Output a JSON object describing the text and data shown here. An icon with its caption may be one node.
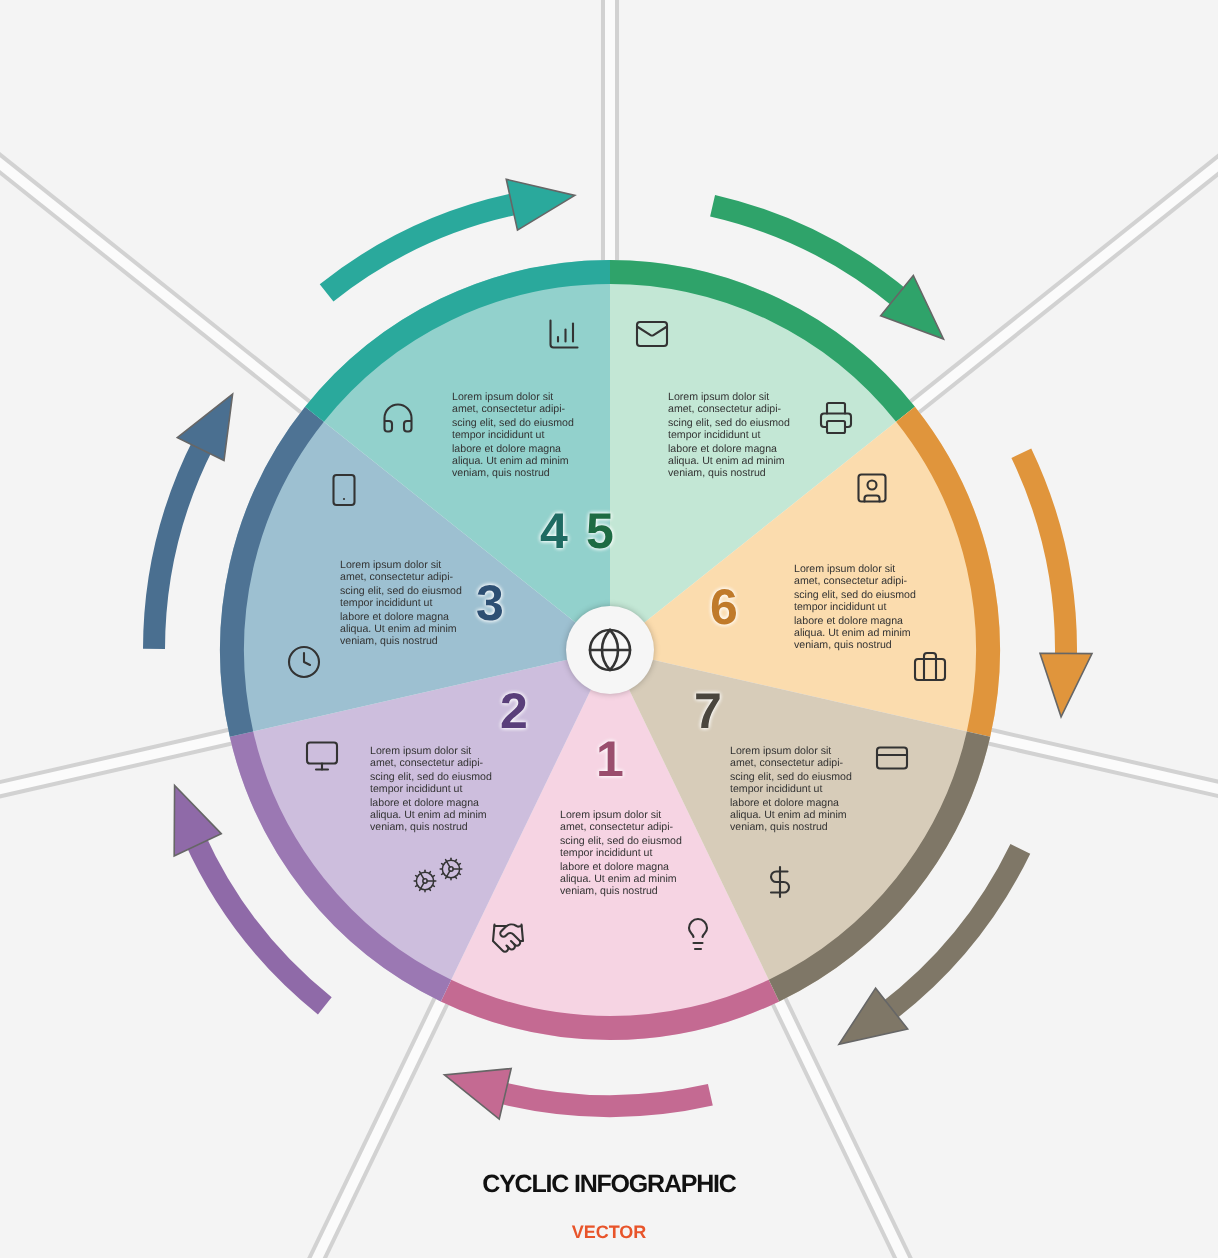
{
  "diagram": {
    "title": "CYCLIC INFOGRAPHIC",
    "nodes": [
      {
        "text": [
          "1",
          "Lorem ipsum dolor sit amet, consectetur adipi-scing elit, sed do eiusmod tempor incididunt ut labore et dolore magna aliqua. Ut enim ad minim veniam, quis nostrud"
        ]
      },
      {
        "text": [
          "2",
          "Lorem ipsum dolor sit amet, consectetur adipi-scing elit, sed do eiusmod tempor incididunt ut labore et dolore magna aliqua. Ut enim ad minim veniam, quis nostrud"
        ]
      },
      {
        "text": [
          "Lorem ipsum dolor sit amet, consectetur adipi-scing elit, sed do eiusmod tempor incididunt ut labore et dolore magna aliqua. Ut enim ad minim veniam, quis nostrud",
          "3"
        ]
      },
      {
        "text": [
          "Lorem ipsum dolor sit amet, consectetur adipi-scing elit, sed do eiusmod tempor incididunt ut labore et dolore magna aliqua. Ut enim ad minim veniam, quis nostrud",
          "4"
        ]
      },
      {
        "text": [
          "Lorem ipsum dolor sit amet, consectetur adipi-scing elit, sed do eiusmod tempor incididunt ut labore et dolore magna aliqua. Ut enim ad minim veniam, quis nostrud",
          "5"
        ]
      },
      {
        "text": [
          "6",
          "Lorem ipsum dolor sit amet, consectetur adipi-scing elit, sed do eiusmod tempor incididunt ut labore et dolore magna aliqua. Ut enim ad minim veniam, quis nostrud"
        ]
      },
      {
        "text": [
          "7",
          "Lorem ipsum dolor sit amet, consectetur adipi-scing elit, sed do eiusmod tempor incididunt ut labore et dolore magna aliqua. Ut enim ad minim veniam, quis nostrud"
        ]
      },
      {
        "text": [],
        "shape": "circle"
      }
    ],
    "labels": [
      "VECTOR"
    ]
  }
}
